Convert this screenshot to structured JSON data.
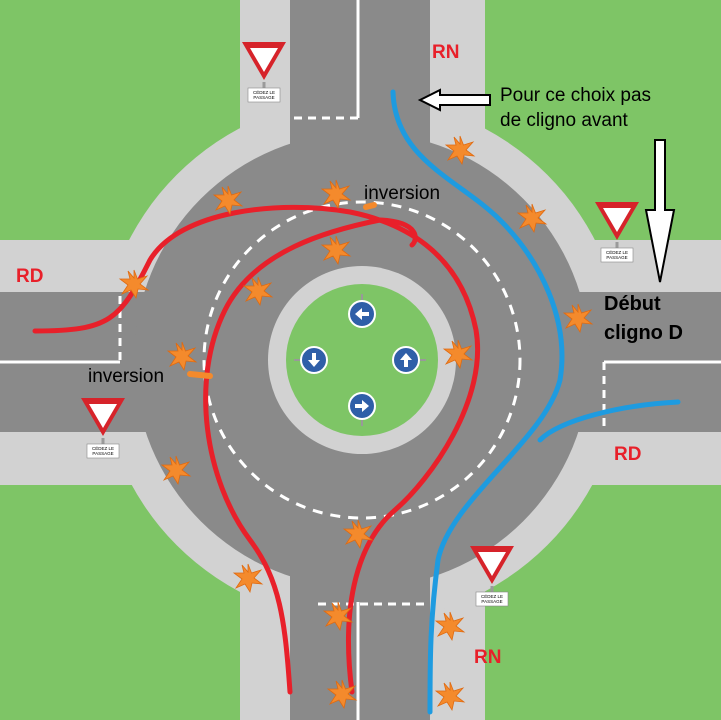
{
  "labels": {
    "rn_top": "RN",
    "rn_bottom": "RN",
    "rd_left": "RD",
    "rd_right": "RD",
    "note_line1": "Pour ce choix pas",
    "note_line2": "de cligno avant",
    "debut_line1": "Début",
    "debut_line2": "cligno D",
    "inversion_top": "inversion",
    "inversion_left": "inversion"
  },
  "yield_signs": [
    {
      "text1": "CÉDEZ LE",
      "text2": "PASSAGE"
    },
    {
      "text1": "CÉDEZ LE",
      "text2": "PASSAGE"
    },
    {
      "text1": "CÉDEZ LE",
      "text2": "PASSAGE"
    },
    {
      "text1": "CÉDEZ LE",
      "text2": "PASSAGE"
    }
  ],
  "colors": {
    "grass": "#7ec566",
    "road": "#8a8a8a",
    "sidewalk": "#d2d2d2",
    "red_path": "#e8202a",
    "blue_path": "#1e9be0",
    "label_red": "#e8202a",
    "star": "#f48a2c",
    "sign_red": "#d6232a",
    "disc_blue": "#2f5fa8"
  },
  "icons": [
    "arrow-left-icon",
    "arrow-down-icon",
    "arrow-up-icon",
    "arrow-right-icon",
    "star-burst-icon",
    "outline-arrow-icon"
  ]
}
